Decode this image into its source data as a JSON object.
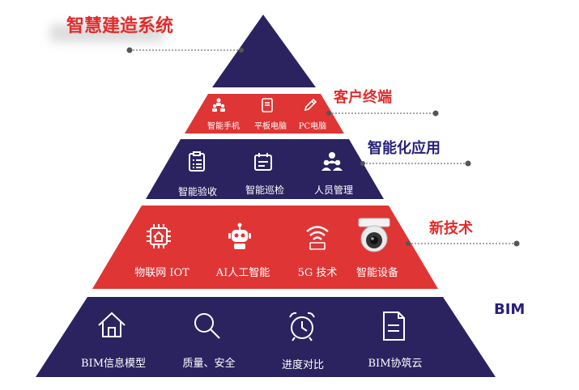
{
  "title": "智慧建造系统",
  "colors": {
    "navy": "#2a2360",
    "red": "#e03535",
    "label_red": "#e32b2b",
    "label_navy": "#27207a",
    "gray": "#8a8a8a"
  },
  "tiers": [
    {
      "id": "apex",
      "label": "",
      "items": []
    },
    {
      "id": "client",
      "label": "客户终端",
      "items": [
        {
          "label": "智能手机",
          "icon": "people-icon"
        },
        {
          "label": "平板电脑",
          "icon": "tablet-icon"
        },
        {
          "label": "PC电脑",
          "icon": "pen-icon"
        }
      ]
    },
    {
      "id": "smart-app",
      "label": "智能化应用",
      "items": [
        {
          "label": "智能验收",
          "icon": "checklist-icon"
        },
        {
          "label": "智能巡检",
          "icon": "calendar-icon"
        },
        {
          "label": "人员管理",
          "icon": "team-icon"
        }
      ]
    },
    {
      "id": "new-tech",
      "label": "新技术",
      "items": [
        {
          "label": "物联网 IOT",
          "icon": "chip-house-icon"
        },
        {
          "label": "AI人工智能",
          "icon": "robot-icon"
        },
        {
          "label": "5G 技术",
          "icon": "wifi-icon"
        },
        {
          "label": "智能设备",
          "icon": "camera-icon"
        }
      ]
    },
    {
      "id": "bim",
      "label": "BIM",
      "items": [
        {
          "label": "BIM信息模型",
          "icon": "house-icon"
        },
        {
          "label": "质量、安全",
          "icon": "magnifier-icon"
        },
        {
          "label": "进度对比",
          "icon": "alarm-clock-icon"
        },
        {
          "label": "BIM协筑云",
          "icon": "document-icon"
        }
      ]
    }
  ]
}
